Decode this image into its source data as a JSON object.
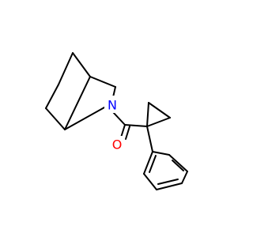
{
  "molecule": {
    "atoms": [
      {
        "id": "N",
        "label": "N",
        "color": "#0000FF"
      },
      {
        "id": "O",
        "label": "O",
        "color": "#FF0000"
      }
    ]
  }
}
